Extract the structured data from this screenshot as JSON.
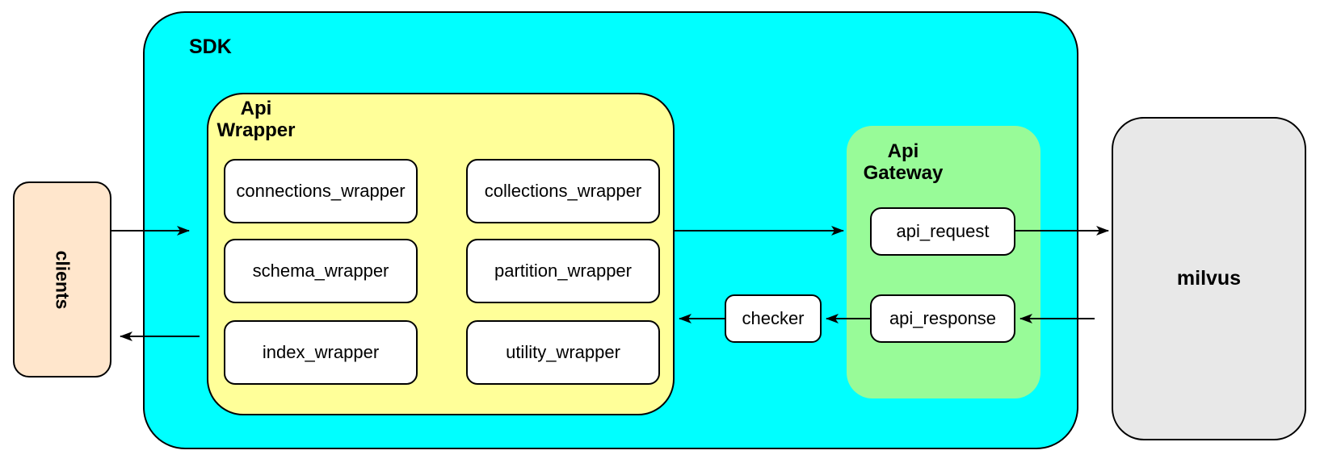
{
  "diagram": {
    "clients": {
      "label": "clients"
    },
    "sdk": {
      "label": "SDK",
      "api_wrapper": {
        "label_line1": "Api",
        "label_line2": "Wrapper",
        "modules": [
          "connections_wrapper",
          "collections_wrapper",
          "schema_wrapper",
          "partition_wrapper",
          "index_wrapper",
          "utility_wrapper"
        ]
      },
      "checker": {
        "label": "checker"
      },
      "api_gateway": {
        "label_line1": "Api",
        "label_line2": "Gateway",
        "request": {
          "label": "api_request"
        },
        "response": {
          "label": "api_response"
        }
      }
    },
    "milvus": {
      "label": "milvus"
    },
    "edges": [
      {
        "from": "clients",
        "to": "sdk"
      },
      {
        "from": "api_wrapper",
        "to": "api_request"
      },
      {
        "from": "api_request",
        "to": "milvus"
      },
      {
        "from": "milvus",
        "to": "api_response"
      },
      {
        "from": "api_response",
        "to": "checker"
      },
      {
        "from": "checker",
        "to": "api_wrapper"
      },
      {
        "from": "sdk",
        "to": "clients"
      }
    ],
    "colors": {
      "sdk_fill": "#00ffff",
      "api_wrapper_fill": "#ffff99",
      "api_gateway_fill": "#98fb98",
      "clients_fill": "#ffe6cc",
      "milvus_fill": "#e8e8e8",
      "leaf_fill": "#ffffff",
      "stroke": "#000000"
    }
  }
}
